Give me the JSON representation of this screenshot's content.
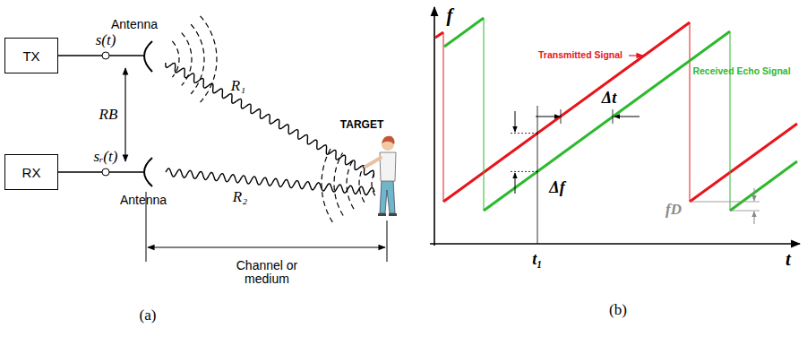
{
  "diagram": {
    "nodes": [
      {
        "text": [
          "TX"
        ]
      },
      {
        "text": [
          "RX"
        ]
      }
    ],
    "labels": [
      "s(t)",
      "Antenna",
      "R₁",
      "RB",
      "TARGET",
      "sᵣ(t)",
      "R₂",
      "Antenna",
      "Channel or medium",
      "(a)",
      "f",
      "Δt",
      "Transmitted Signal",
      "Δf",
      "Received Echo Signal",
      "fD",
      "t₁",
      "t",
      "(b)"
    ]
  }
}
